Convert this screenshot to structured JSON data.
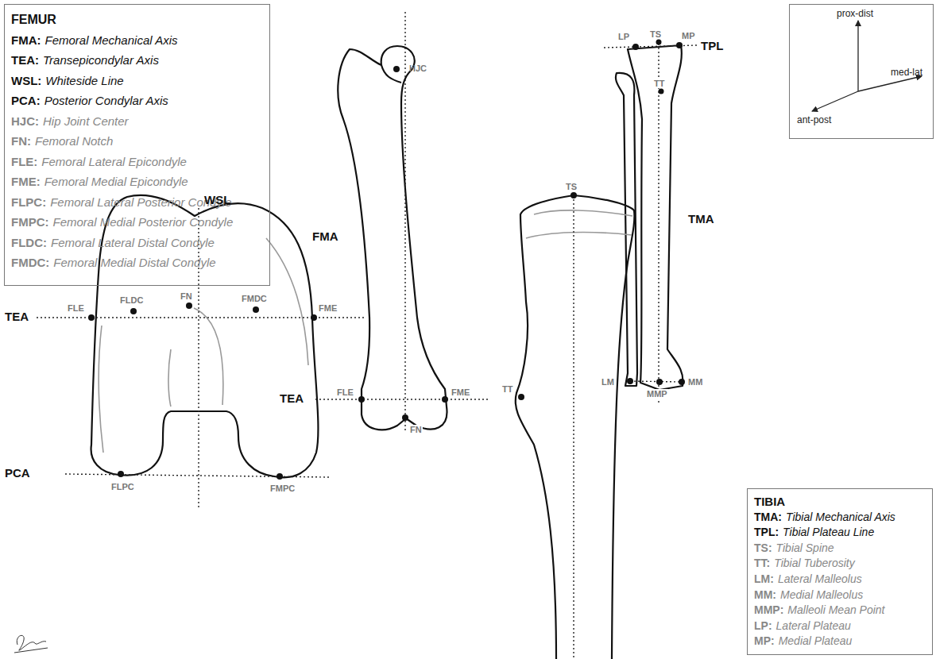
{
  "diagram": {
    "nodes": [
      {
        "text": [
          "FEMUR",
          "FMA:",
          "Femoral Mechanical Axis",
          "TEA:",
          "Transepicondylar Axis",
          "WSL:",
          "Whiteside Line",
          "PCA:",
          "Posterior Condylar Axis",
          "HJC:",
          "Hip Joint Center",
          "FN:",
          "Femoral Notch",
          "FLE:",
          "Femoral Lateral Epicondyle",
          "FME:",
          "Femoral Medial Epicondyle",
          "FLPC:",
          "Femoral Lateral Posterior Condyle",
          "FMPC:",
          "Femoral Medial Posterior Condyle",
          "FLDC:",
          "Femoral Lateral Distal Condyle",
          "FMDC:",
          "Femoral Medial Distal Condyle"
        ]
      },
      {
        "text": [
          "prox-dist",
          "ant-post",
          "med-lat"
        ]
      },
      {
        "text": [
          "TIBIA",
          "TMA:",
          "Tibial Mechanical Axis",
          "TPL:",
          "Tibial Plateau Line",
          "TS:",
          "Tibial Spine",
          "TT:",
          "Tibial Tuberosity",
          "LM:",
          "Lateral Malleolus",
          "MM:",
          "Medial Malleolus",
          "MMP:",
          "Malleoli Mean Point",
          "LP:",
          "Lateral Plateau",
          "MP:",
          "Medial Plateau"
        ]
      }
    ],
    "labels": [
      "HJC",
      "FMA",
      "TEA",
      "FLE",
      "FME",
      "FN",
      "LP",
      "TS",
      "MP",
      "TPL",
      "TT",
      "TMA",
      "LM",
      "MMP",
      "MM",
      "WSL",
      "TEA",
      "FLE",
      "FLDC",
      "FN",
      "FMDC",
      "FME",
      "PCA",
      "FLPC",
      "FMPC",
      "TS",
      "TT"
    ]
  }
}
